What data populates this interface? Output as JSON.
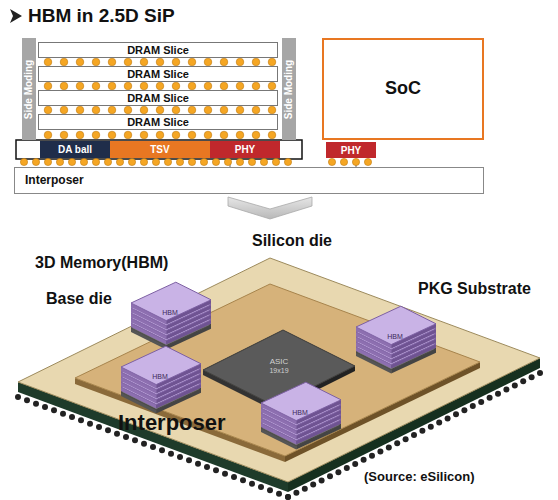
{
  "diagram": {
    "title": "HBM in 2.5D SiP",
    "nodes": [
      {
        "text": [
          "Side Moding"
        ]
      },
      {
        "text": [
          "DRAM Slice"
        ]
      },
      {
        "text": [
          "DRAM Slice"
        ]
      },
      {
        "text": [
          "DRAM Slice"
        ]
      },
      {
        "text": [
          "DRAM Slice"
        ]
      },
      {
        "text": [
          "Side Moding"
        ]
      },
      {
        "text": [
          "SoC"
        ]
      },
      {
        "text": [
          "DA ball"
        ]
      },
      {
        "text": [
          "TSV"
        ]
      },
      {
        "text": [
          "PHY"
        ]
      },
      {
        "text": [
          "PHY"
        ]
      },
      {
        "text": [
          "Interposer"
        ]
      }
    ],
    "labels": [
      "3D Memory(HBM)",
      "Silicon die",
      "PKG Substrate",
      "Base die",
      "HBM",
      "HBM",
      "HBM",
      "HBM",
      "ASIC",
      "19x19",
      "Interposer",
      "(Source: eSilicon)"
    ]
  }
}
